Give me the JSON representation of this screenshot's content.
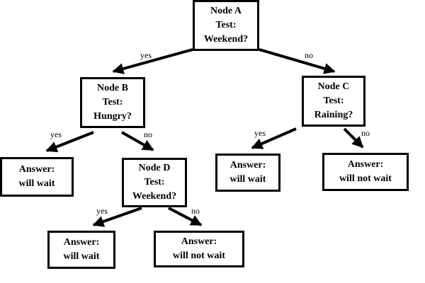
{
  "nodes": {
    "a": {
      "line1": "Node A",
      "line2": "Test:",
      "line3": "Weekend?"
    },
    "b": {
      "line1": "Node B",
      "line2": "Test:",
      "line3": "Hungry?"
    },
    "c": {
      "line1": "Node C",
      "line2": "Test:",
      "line3": "Raining?"
    },
    "d": {
      "line1": "Node D",
      "line2": "Test:",
      "line3": "Weekend?"
    },
    "leaf1": {
      "line1": "Answer:",
      "line2": "will wait"
    },
    "leaf2": {
      "line1": "Answer:",
      "line2": "will wait"
    },
    "leaf3": {
      "line1": "Answer:",
      "line2": "will not wait"
    },
    "leaf4": {
      "line1": "Answer:",
      "line2": "will wait"
    },
    "leaf5": {
      "line1": "Answer:",
      "line2": "will not wait"
    }
  },
  "edges": {
    "a_b": "yes",
    "a_c": "no",
    "b_leaf1": "yes",
    "b_d": "no",
    "d_leaf2": "yes",
    "d_leaf3": "no",
    "c_leaf4": "yes",
    "c_leaf5": "no"
  }
}
